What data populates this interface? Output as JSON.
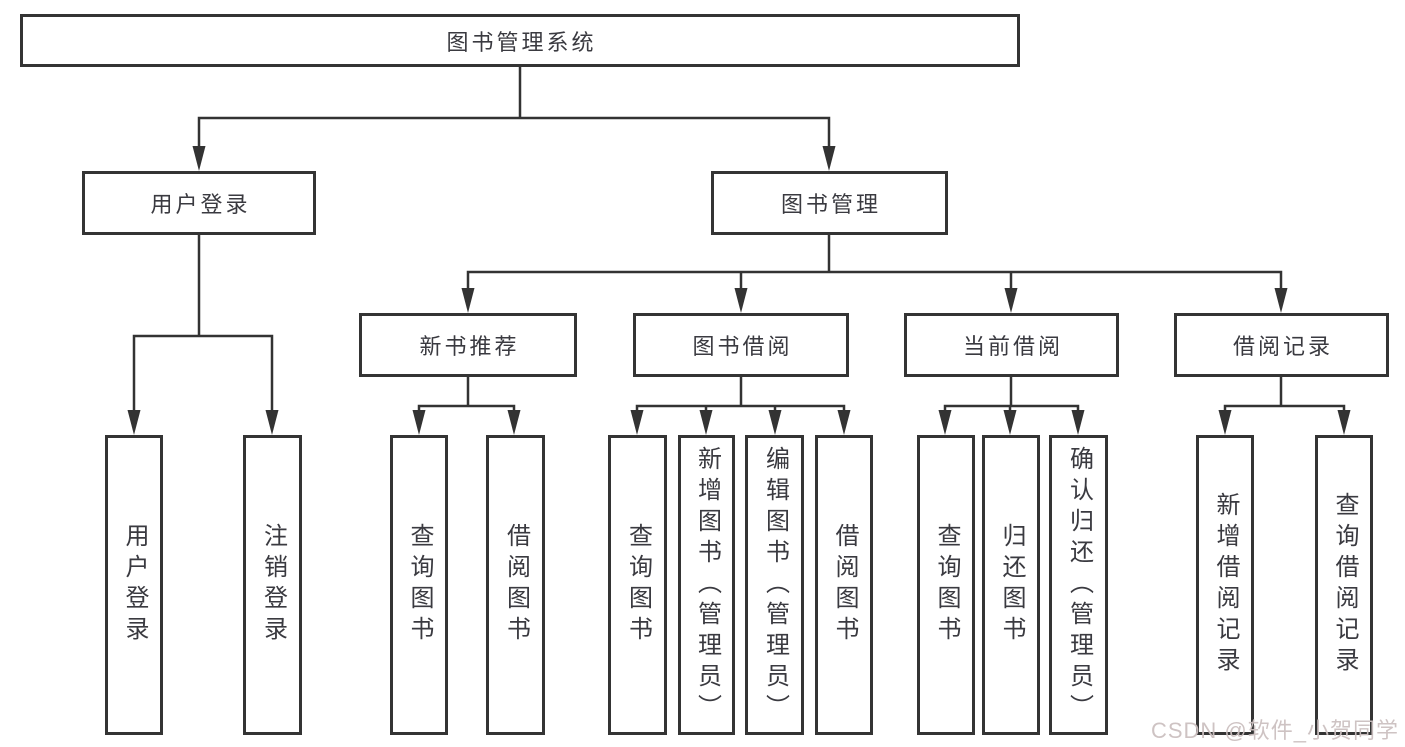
{
  "diagram_title": "图书管理系统",
  "colors": {
    "line": "#333333",
    "border": "#343434",
    "text": "#3a3a40",
    "background": "#ffffff",
    "watermark": "#cbc0c0"
  },
  "tree": {
    "label": "图书管理系统",
    "children": [
      {
        "label": "用户登录",
        "children": [
          {
            "label": "用户登录"
          },
          {
            "label": "注销登录"
          }
        ]
      },
      {
        "label": "图书管理",
        "children": [
          {
            "label": "新书推荐",
            "children": [
              {
                "label": "查询图书"
              },
              {
                "label": "借阅图书"
              }
            ]
          },
          {
            "label": "图书借阅",
            "children": [
              {
                "label": "查询图书"
              },
              {
                "label": "新增图书（管理员）"
              },
              {
                "label": "编辑图书（管理员）"
              },
              {
                "label": "借阅图书"
              }
            ]
          },
          {
            "label": "当前借阅",
            "children": [
              {
                "label": "查询图书"
              },
              {
                "label": "归还图书"
              },
              {
                "label": "确认归还（管理员）"
              }
            ]
          },
          {
            "label": "借阅记录",
            "children": [
              {
                "label": "新增借阅记录"
              },
              {
                "label": "查询借阅记录"
              }
            ]
          }
        ]
      }
    ]
  },
  "watermark": "CSDN @软件_小贺同学"
}
